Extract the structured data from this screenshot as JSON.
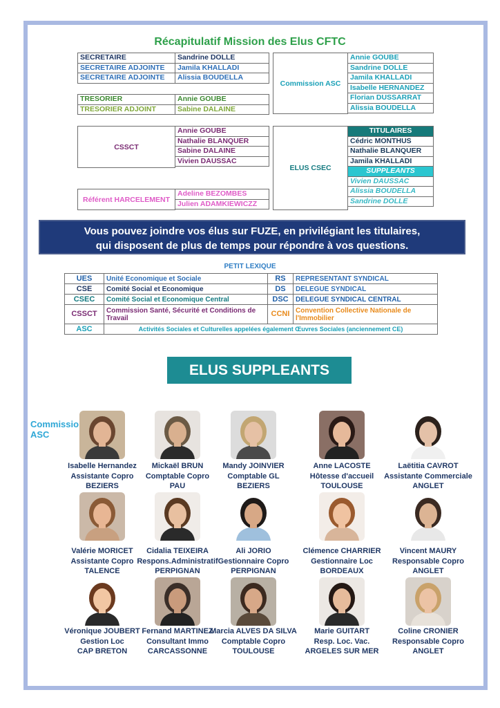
{
  "title": "Récapitulatif Mission des Elus CFTC",
  "officers": [
    {
      "role": "SECRETAIRE",
      "name": "Sandrine DOLLE"
    },
    {
      "role": "SECRETAIRE ADJOINTE",
      "name": "Jamila KHALLADI"
    },
    {
      "role": "SECRETAIRE ADJOINTE",
      "name": "Alissia BOUDELLA"
    }
  ],
  "treasurers": [
    {
      "role": "TRESORIER",
      "name": "Annie GOUBE"
    },
    {
      "role": "TRESORIER ADJOINT",
      "name": "Sabine DALAINE"
    }
  ],
  "commission_asc": {
    "label": "Commission ASC",
    "members": [
      "Annie GOUBE",
      "Sandrine DOLLE",
      "Jamila KHALLADI",
      "Isabelle HERNANDEZ",
      "Florian DUSSARRAT",
      "Alissia BOUDELLA"
    ]
  },
  "cssct": {
    "label": "CSSCT",
    "members": [
      "Annie GOUBE",
      "Nathalie BLANQUER",
      "Sabine DALAINE",
      "Vivien DAUSSAC"
    ]
  },
  "harcelement": {
    "label": "Référent HARCELEMENT",
    "members": [
      "Adeline BEZOMBES",
      "Julien ADAMKIEWICZZ"
    ]
  },
  "elus_csec": {
    "label": "ELUS CSEC",
    "titulaires_label": "TITULAIRES",
    "titulaires": [
      "Cédric MONTHUS",
      "Nathalie BLANQUER",
      "Jamila KHALLADI"
    ],
    "suppleants_label": "SUPPLEANTS",
    "suppleants": [
      "Vivien DAUSSAC",
      "Alissia BOUDELLA",
      "Sandrine DOLLE"
    ]
  },
  "banner": {
    "line1": "Vous pouvez joindre vos élus sur FUZE, en privilégiant les titulaires,",
    "line2": "qui disposent de plus de temps pour répondre à vos questions."
  },
  "lexique": {
    "title": "PETIT LEXIQUE",
    "rows": [
      {
        "abbr1": "UES",
        "def1": "Unité Economique et Sociale",
        "abbr2": "RS",
        "def2": "REPRESENTANT SYNDICAL"
      },
      {
        "abbr1": "CSE",
        "def1": "Comité Social et Economique",
        "abbr2": "DS",
        "def2": "DELEGUE SYNDICAL"
      },
      {
        "abbr1": "CSEC",
        "def1": "Comité Social et Economique Central",
        "abbr2": "DSC",
        "def2": "DELEGUE SYNDICAL CENTRAL"
      },
      {
        "abbr1": "CSSCT",
        "def1": "Commission Santé, Sécurité et Conditions de Travail",
        "abbr2": "CCNI",
        "def2": "Convention Collective Nationale de l'Immobilier"
      }
    ],
    "asc_abbr": "ASC",
    "asc_def": "Activités Sociales et Culturelles appelées également Œuvres Sociales (anciennement CE)"
  },
  "suppleants_title": "ELUS SUPPLEANTS",
  "commission_label_line1": "Commission",
  "commission_label_line2": "ASC",
  "people": [
    {
      "name": "Isabelle Hernandez",
      "job": "Assistante Copro",
      "city": "BEZIERS",
      "bg": "#c9b59a",
      "hair": "#6a4630",
      "skin": "#e2b595",
      "shirt": "#3a3a3a"
    },
    {
      "name": "Mickaël BRUN",
      "job": "Comptable Copro",
      "city": "PAU",
      "bg": "#e7e3df",
      "hair": "#6b5a45",
      "skin": "#d9b08f",
      "shirt": "#2b2b2b"
    },
    {
      "name": "Mandy JOINVIER",
      "job": "Comptable GL",
      "city": "BEZIERS",
      "bg": "#dcdcdc",
      "hair": "#c2a672",
      "skin": "#e6c1a5",
      "shirt": "#4a4a4a"
    },
    {
      "name": "Anne LACOSTE",
      "job": "Hôtesse d'accueil",
      "city": "TOULOUSE",
      "bg": "#8a6f65",
      "hair": "#2a1a16",
      "skin": "#e6b99a",
      "shirt": "#222222"
    },
    {
      "name": "Laëtitia CAVROT",
      "job": "Assistante Commerciale",
      "city": "ANGLET",
      "bg": "#ffffff",
      "hair": "#2b211c",
      "skin": "#e4c1a8",
      "shirt": "#f0f0f0"
    },
    {
      "name": "Valérie MORICET",
      "job": "Assistante Copro",
      "city": "TALENCE",
      "bg": "#cbb9a8",
      "hair": "#8a5a36",
      "skin": "#e8b694",
      "shirt": "#c8a080"
    },
    {
      "name": "Cidalia TEIXEIRA",
      "job": "Respons.Administratif",
      "city": "PERPIGNAN",
      "bg": "#f0ece8",
      "hair": "#5a3a22",
      "skin": "#e8c0a0",
      "shirt": "#2a2a2a"
    },
    {
      "name": "Ali JORIO",
      "job": "Gestionnaire Copro",
      "city": "PERPIGNAN",
      "bg": "#ffffff",
      "hair": "#1e1a18",
      "skin": "#d7a886",
      "shirt": "#9fc0dd"
    },
    {
      "name": "Clémence CHARRIER",
      "job": "Gestionnaire Loc",
      "city": "BORDEAUX",
      "bg": "#f3ede8",
      "hair": "#9a5a2e",
      "skin": "#f0c3a1",
      "shirt": "#d8b59a"
    },
    {
      "name": "Vincent MAURY",
      "job": "Responsable Copro",
      "city": "ANGLET",
      "bg": "#ffffff",
      "hair": "#3a2a22",
      "skin": "#dcb494",
      "shirt": "#e8e8e8"
    },
    {
      "name": "Véronique JOUBERT",
      "job": "Gestion Loc",
      "city": "CAP BRETON",
      "bg": "#ffffff",
      "hair": "#6b3a1f",
      "skin": "#f2c7a3",
      "shirt": "#2a2a2a"
    },
    {
      "name": "Fernand MARTINEZ",
      "job": "Consultant Immo",
      "city": "CARCASSONNE",
      "bg": "#b9a696",
      "hair": "#3a2e28",
      "skin": "#c99b7c",
      "shirt": "#222222"
    },
    {
      "name": "Marcia ALVES DA SILVA",
      "job": "Comptable Copro",
      "city": "TOULOUSE",
      "bg": "#b8b0a4",
      "hair": "#3c2a20",
      "skin": "#d7a888",
      "shirt": "#5a4a3a"
    },
    {
      "name": "Marie GUITART",
      "job": "Resp. Loc. Vac.",
      "city": "ARGELES SUR MER",
      "bg": "#ece8e4",
      "hair": "#241814",
      "skin": "#e6bb9b",
      "shirt": "#2a2a2a"
    },
    {
      "name": "Coline CRONIER",
      "job": "Responsable Copro",
      "city": "ANGLET",
      "bg": "#d8d2cb",
      "hair": "#c9a26a",
      "skin": "#ecc3a5",
      "shirt": "#e8e2da"
    }
  ]
}
